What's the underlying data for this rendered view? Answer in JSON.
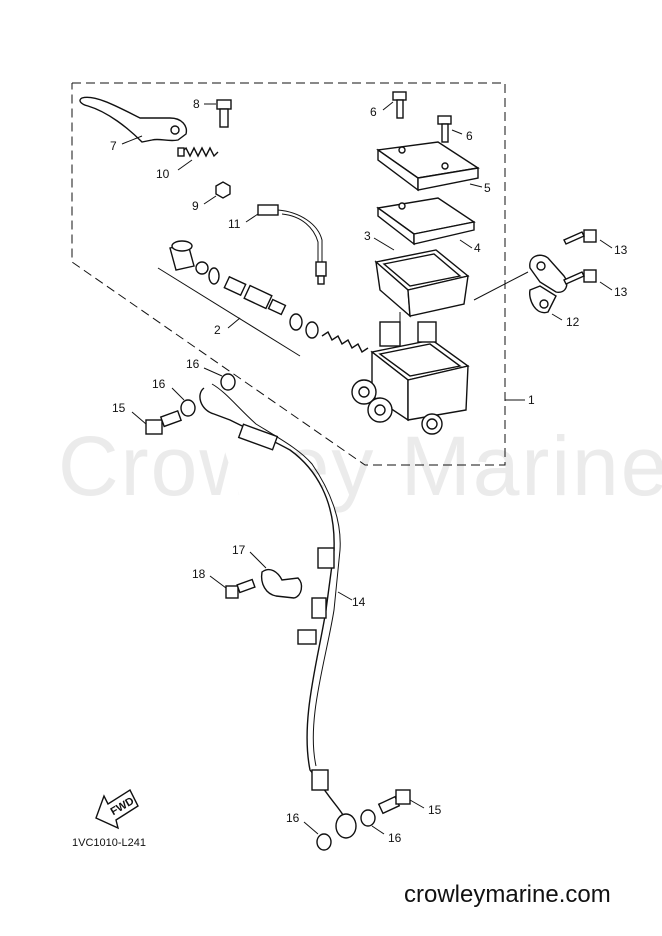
{
  "watermark": "Crowley Marine",
  "website": "crowleymarine.com",
  "diagram_code": "1VC1010-L241",
  "fwd_label": "FWD",
  "callouts": {
    "c1": "1",
    "c2": "2",
    "c3": "3",
    "c4": "4",
    "c5": "5",
    "c6a": "6",
    "c6b": "6",
    "c7": "7",
    "c8": "8",
    "c9": "9",
    "c10": "10",
    "c11": "11",
    "c12": "12",
    "c13a": "13",
    "c13b": "13",
    "c14": "14",
    "c15a": "15",
    "c15b": "15",
    "c16a": "16",
    "c16b": "16",
    "c16c": "16",
    "c16d": "16",
    "c17": "17",
    "c18": "18"
  }
}
